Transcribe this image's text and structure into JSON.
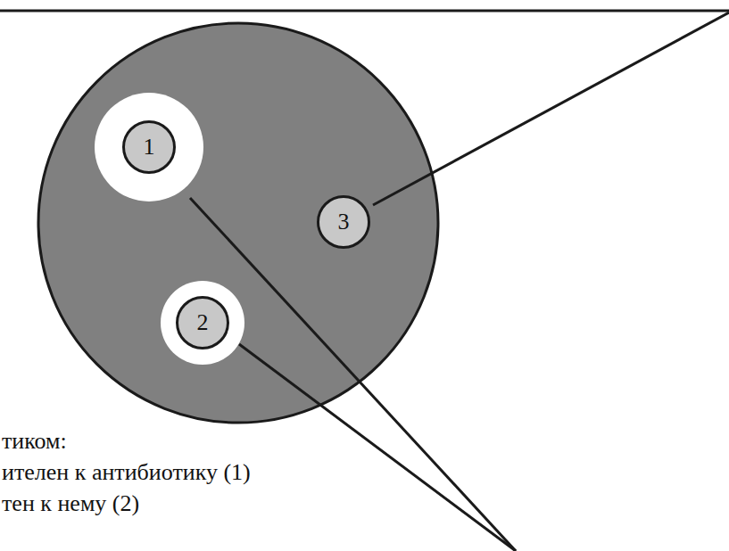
{
  "diagram": {
    "nodes": [
      {
        "text": [
          "1"
        ]
      },
      {
        "text": [
          "2"
        ]
      },
      {
        "text": [
          "3"
        ]
      }
    ],
    "labels": [
      "тиком:",
      "ителен к антибиотику (1)",
      "тен к нему (2)"
    ]
  }
}
